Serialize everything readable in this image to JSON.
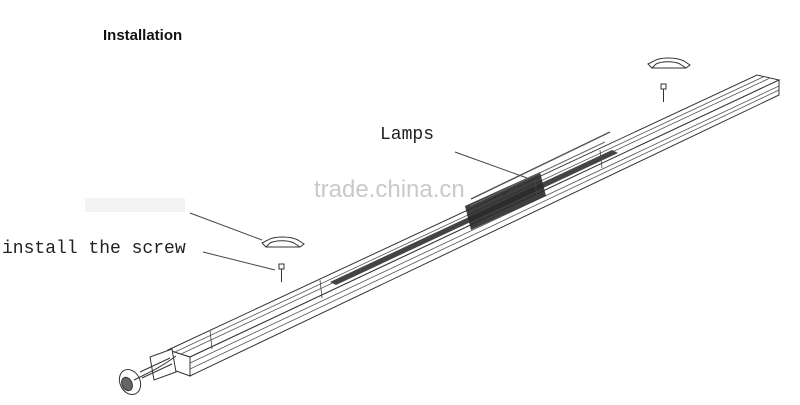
{
  "title": "Installation",
  "labels": {
    "lamps": "Lamps",
    "install_screw": "install the screw"
  },
  "watermark": "trade.china.cn",
  "colors": {
    "line": "#333333",
    "text": "#222222",
    "watermark": "#c9c9c9",
    "background": "#ffffff"
  }
}
